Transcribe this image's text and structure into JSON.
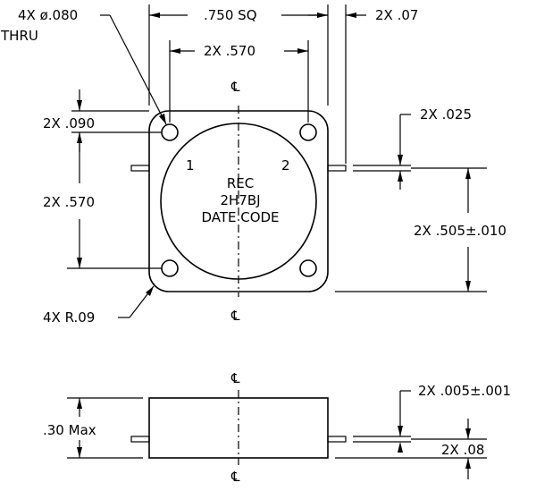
{
  "top_view": {
    "dim_hole": "4X ø.080",
    "dim_hole_thru": "THRU",
    "dim_width_sq": ".750 SQ",
    "dim_pin_len": "2X .07",
    "dim_hole_spacing_h": "2X .570",
    "dim_hole_edge": "2X .090",
    "dim_hole_spacing_v": "2X .570",
    "dim_pin_width": "2X .025",
    "dim_pin_height": "2X .505±.010",
    "dim_radius": "4X R.09",
    "centerline_top": "℄",
    "centerline_bottom": "℄",
    "pin_1": "1",
    "pin_2": "2",
    "marking_line1": "REC",
    "marking_line2": "2H7BJ",
    "marking_line3": "DATE CODE"
  },
  "side_view": {
    "centerline_top": "℄",
    "centerline_bottom": "℄",
    "dim_height": ".30 Max",
    "dim_pin_thickness": "2X .005±.001",
    "dim_pin_offset": "2X .08"
  }
}
